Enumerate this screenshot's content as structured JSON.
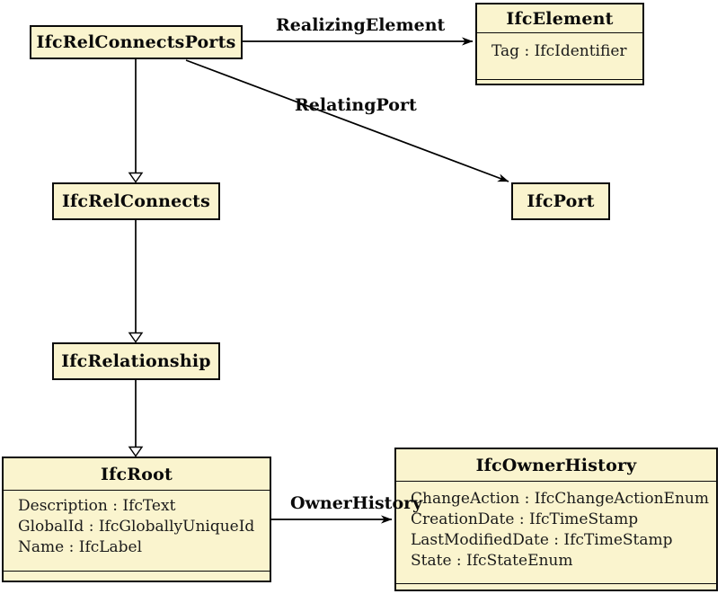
{
  "diagram": {
    "title": "IfcRelConnectsPorts class diagram",
    "colors": {
      "class_fill": "#FAF4CE",
      "class_border": "#0a0a0a",
      "line": "#000000",
      "background": "#ffffff"
    },
    "classes": [
      {
        "name": "IfcRelConnectsPorts",
        "attributes": []
      },
      {
        "name": "IfcElement",
        "attributes": [
          "Tag : IfcIdentifier"
        ]
      },
      {
        "name": "IfcPort",
        "attributes": []
      },
      {
        "name": "IfcRelConnects",
        "attributes": []
      },
      {
        "name": "IfcRelationship",
        "attributes": []
      },
      {
        "name": "IfcRoot",
        "attributes": [
          "Description : IfcText",
          "GlobalId : IfcGloballyUniqueId",
          "Name : IfcLabel"
        ]
      },
      {
        "name": "IfcOwnerHistory",
        "attributes": [
          "ChangeAction : IfcChangeActionEnum",
          "CreationDate : IfcTimeStamp",
          "LastModifiedDate : IfcTimeStamp",
          "State : IfcStateEnum"
        ]
      }
    ],
    "associations": [
      {
        "label": "RealizingElement",
        "from": "IfcRelConnectsPorts",
        "to": "IfcElement",
        "type": "directed"
      },
      {
        "label": "RelatingPort",
        "from": "IfcRelConnectsPorts",
        "to": "IfcPort",
        "type": "directed"
      },
      {
        "label": "OwnerHistory",
        "from": "IfcRoot",
        "to": "IfcOwnerHistory",
        "type": "directed"
      },
      {
        "label": "",
        "from": "IfcRelConnectsPorts",
        "to": "IfcRelConnects",
        "type": "generalization"
      },
      {
        "label": "",
        "from": "IfcRelConnects",
        "to": "IfcRelationship",
        "type": "generalization"
      },
      {
        "label": "",
        "from": "IfcRelationship",
        "to": "IfcRoot",
        "type": "generalization"
      }
    ]
  }
}
